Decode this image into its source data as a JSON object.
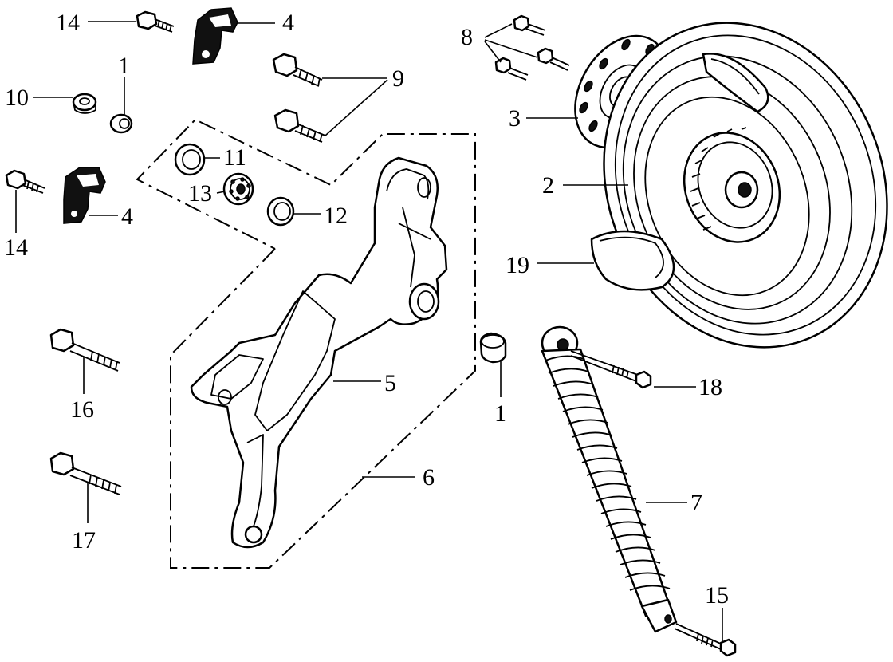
{
  "callouts": [
    {
      "id": "c14a",
      "text": "14"
    },
    {
      "id": "c4a",
      "text": "4"
    },
    {
      "id": "c1a",
      "text": "1"
    },
    {
      "id": "c10",
      "text": "10"
    },
    {
      "id": "c9",
      "text": "9"
    },
    {
      "id": "c8",
      "text": "8"
    },
    {
      "id": "c3",
      "text": "3"
    },
    {
      "id": "c11",
      "text": "11"
    },
    {
      "id": "c13",
      "text": "13"
    },
    {
      "id": "c12",
      "text": "12"
    },
    {
      "id": "c4b",
      "text": "4"
    },
    {
      "id": "c14b",
      "text": "14"
    },
    {
      "id": "c2",
      "text": "2"
    },
    {
      "id": "c19",
      "text": "19"
    },
    {
      "id": "c5",
      "text": "5"
    },
    {
      "id": "c1b",
      "text": "1"
    },
    {
      "id": "c18",
      "text": "18"
    },
    {
      "id": "c16",
      "text": "16"
    },
    {
      "id": "c6",
      "text": "6"
    },
    {
      "id": "c7",
      "text": "7"
    },
    {
      "id": "c17",
      "text": "17"
    },
    {
      "id": "c15",
      "text": "15"
    }
  ]
}
